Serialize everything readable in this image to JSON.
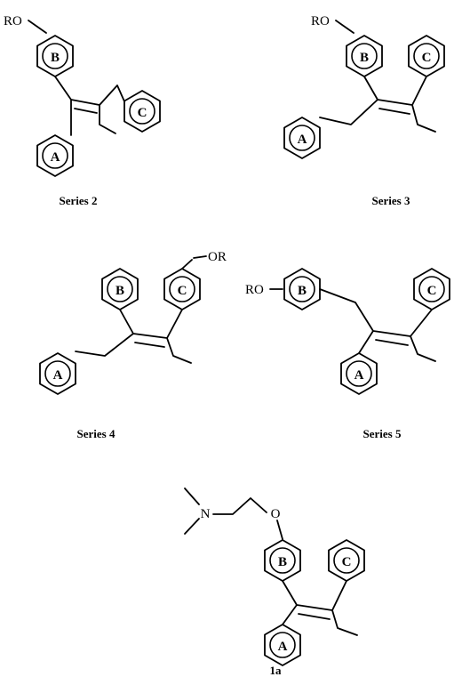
{
  "structures": [
    {
      "caption": "Series 2",
      "substituent": "RO",
      "rings": [
        "B",
        "C",
        "A"
      ]
    },
    {
      "caption": "Series 3",
      "substituent": "RO",
      "rings": [
        "B",
        "C",
        "A"
      ]
    },
    {
      "caption": "Series 4",
      "substituent": "OR",
      "rings": [
        "B",
        "C",
        "A"
      ]
    },
    {
      "caption": "Series 5",
      "substituent": "RO",
      "rings": [
        "B",
        "C",
        "A"
      ]
    },
    {
      "caption": "1a",
      "substituent": "N",
      "oxygen": "O",
      "rings": [
        "B",
        "C",
        "A"
      ]
    }
  ]
}
